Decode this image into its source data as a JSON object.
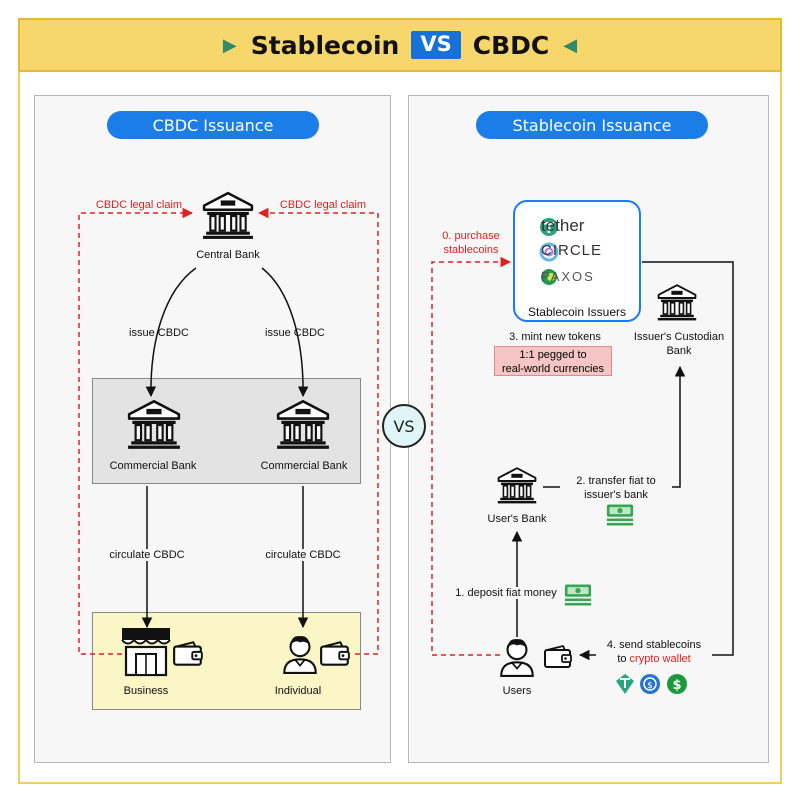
{
  "header": {
    "left": "Stablecoin",
    "vs": "VS",
    "right": "CBDC"
  },
  "left_panel": {
    "title": "CBDC Issuance",
    "claim_left": "CBDC legal claim",
    "claim_right": "CBDC legal claim",
    "central_bank": "Central Bank",
    "issue_left": "issue CBDC",
    "issue_right": "issue CBDC",
    "commercial_left": "Commercial Bank",
    "commercial_right": "Commercial Bank",
    "circulate_left": "circulate CBDC",
    "circulate_right": "circulate CBDC",
    "business": "Business",
    "individual": "Individual"
  },
  "middle_vs": "VS",
  "right_panel": {
    "title": "Stablecoin Issuance",
    "purchase_line1": "0. purchase",
    "purchase_line2": "stablecoins",
    "brand_tether": "tether",
    "brand_circle": "CIRCLE",
    "brand_paxos": "PAXOS",
    "issuers": "Stablecoin Issuers",
    "mint": "3. mint new tokens",
    "peg_line1": "1:1 pegged to",
    "peg_line2": "real-world currencies",
    "custodian_line1": "Issuer's Custodian",
    "custodian_line2": "Bank",
    "transfer_line1": "2. transfer fiat to",
    "transfer_line2": "issuer's bank",
    "users_bank": "User's Bank",
    "deposit": "1. deposit fiat money",
    "users": "Users",
    "send_line1": "4. send stablecoins",
    "send_to": "to ",
    "send_wallet": "crypto wallet"
  },
  "colors": {
    "header_bg": "#f7d76b",
    "accent_blue": "#1a7de8",
    "claim_red": "#e02020",
    "cash_green": "#3aa655"
  }
}
